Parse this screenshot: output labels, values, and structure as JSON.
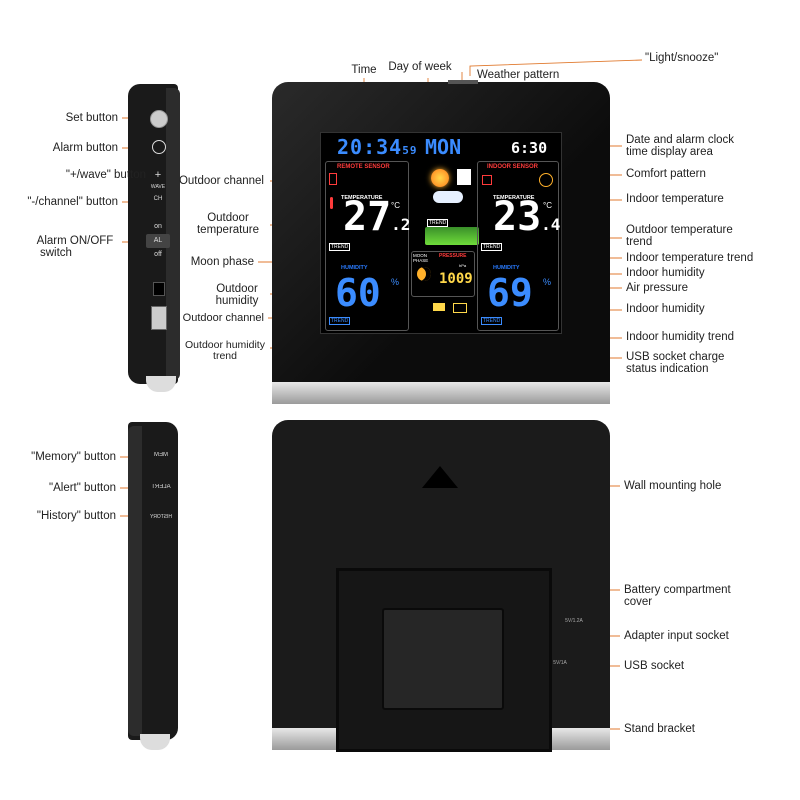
{
  "colors": {
    "leader": "#e07a2f",
    "body": "#111111",
    "lcd_blue": "#2a7bff",
    "lcd_red": "#ff3b3b"
  },
  "labels": {
    "time": "Time",
    "day_of_week": "Day of week",
    "light_snooze": "\"Light/snooze\"",
    "weather_pattern": "Weather pattern",
    "date_alarm_1": "Date and alarm clock",
    "date_alarm_2": "time display area",
    "comfort_pattern": "Comfort pattern",
    "indoor_temperature": "Indoor temperature",
    "outdoor_temp_trend_1": "Outdoor temperature",
    "outdoor_temp_trend_2": "trend",
    "indoor_temp_trend": "Indoor temperature trend",
    "indoor_humidity_a": "Indoor humidity",
    "air_pressure": "Air pressure",
    "indoor_humidity_b": "Indoor humidity",
    "indoor_humidity_trend": "Indoor humidity trend",
    "usb_charge_1": "USB socket charge",
    "usb_charge_2": "status indication",
    "outdoor_channel_a": "Outdoor channel",
    "outdoor_temperature_1": "Outdoor",
    "outdoor_temperature_2": "temperature",
    "moon_phase": "Moon phase",
    "outdoor_humidity_1": "Outdoor",
    "outdoor_humidity_2": "humidity",
    "outdoor_channel_b": "Outdoor channel",
    "outdoor_humidity_trend_1": "Outdoor humidity",
    "outdoor_humidity_trend_2": "trend",
    "set_button": "Set button",
    "alarm_button": "Alarm button",
    "wave_button": "\"+/wave\" button",
    "channel_button": "\"-/channel\" button",
    "alarm_switch_1": "Alarm ON/OFF",
    "alarm_switch_2": "switch",
    "memory_button": "\"Memory\" button",
    "alert_button": "\"Alert\" button",
    "history_button": "\"History\" button",
    "wall_mounting_hole": "Wall mounting hole",
    "battery_cover_1": "Battery compartment",
    "battery_cover_2": "cover",
    "adapter_socket": "Adapter input socket",
    "usb_socket": "USB socket",
    "stand_bracket": "Stand bracket"
  },
  "lcd": {
    "clock": "20:34",
    "seconds": "59",
    "day": "MON",
    "alarm_time": "6:30",
    "remote_sensor": "REMOTE SENSOR",
    "indoor_sensor": "INDOOR SENSOR",
    "temperature": "TEMPERATURE",
    "outdoor_temp_int": "27",
    "outdoor_temp_dec": ".2",
    "indoor_temp_int": "23",
    "indoor_temp_dec": ".4",
    "unit_c": "°C",
    "trend": "TREND",
    "humidity": "HUMIDITY",
    "outdoor_hum": "60",
    "indoor_hum": "69",
    "pct": "%",
    "moon_phase": "MOON PHASE",
    "pressure": "PRESSURE",
    "pressure_val": "1009",
    "hpa": "hPa"
  },
  "side": {
    "plus": "+",
    "wave": "WAVE",
    "ch": "CH",
    "on": "on",
    "al": "AL",
    "off": "off",
    "mem": "MEM",
    "alert": "ALERT",
    "history": "HISTORY"
  },
  "back": {
    "adapter_spec": "5V/1.2A",
    "usb_spec": "5V/1A"
  }
}
